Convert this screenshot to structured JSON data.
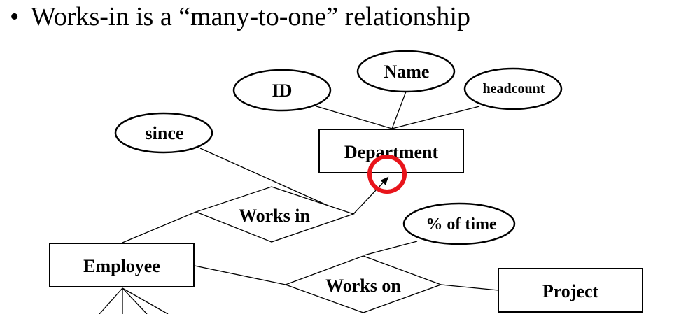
{
  "bullet": {
    "symbol": "•",
    "text": "Works-in is a “many-to-one” relationship"
  },
  "diagram": {
    "entities": {
      "department": "Department",
      "employee": "Employee",
      "project": "Project"
    },
    "relationships": {
      "works_in": "Works in",
      "works_on": "Works on"
    },
    "attributes": {
      "id": "ID",
      "name": "Name",
      "headcount": "headcount",
      "since": "since",
      "pct_time": "% of time"
    },
    "highlight_color": "#e8141b"
  }
}
